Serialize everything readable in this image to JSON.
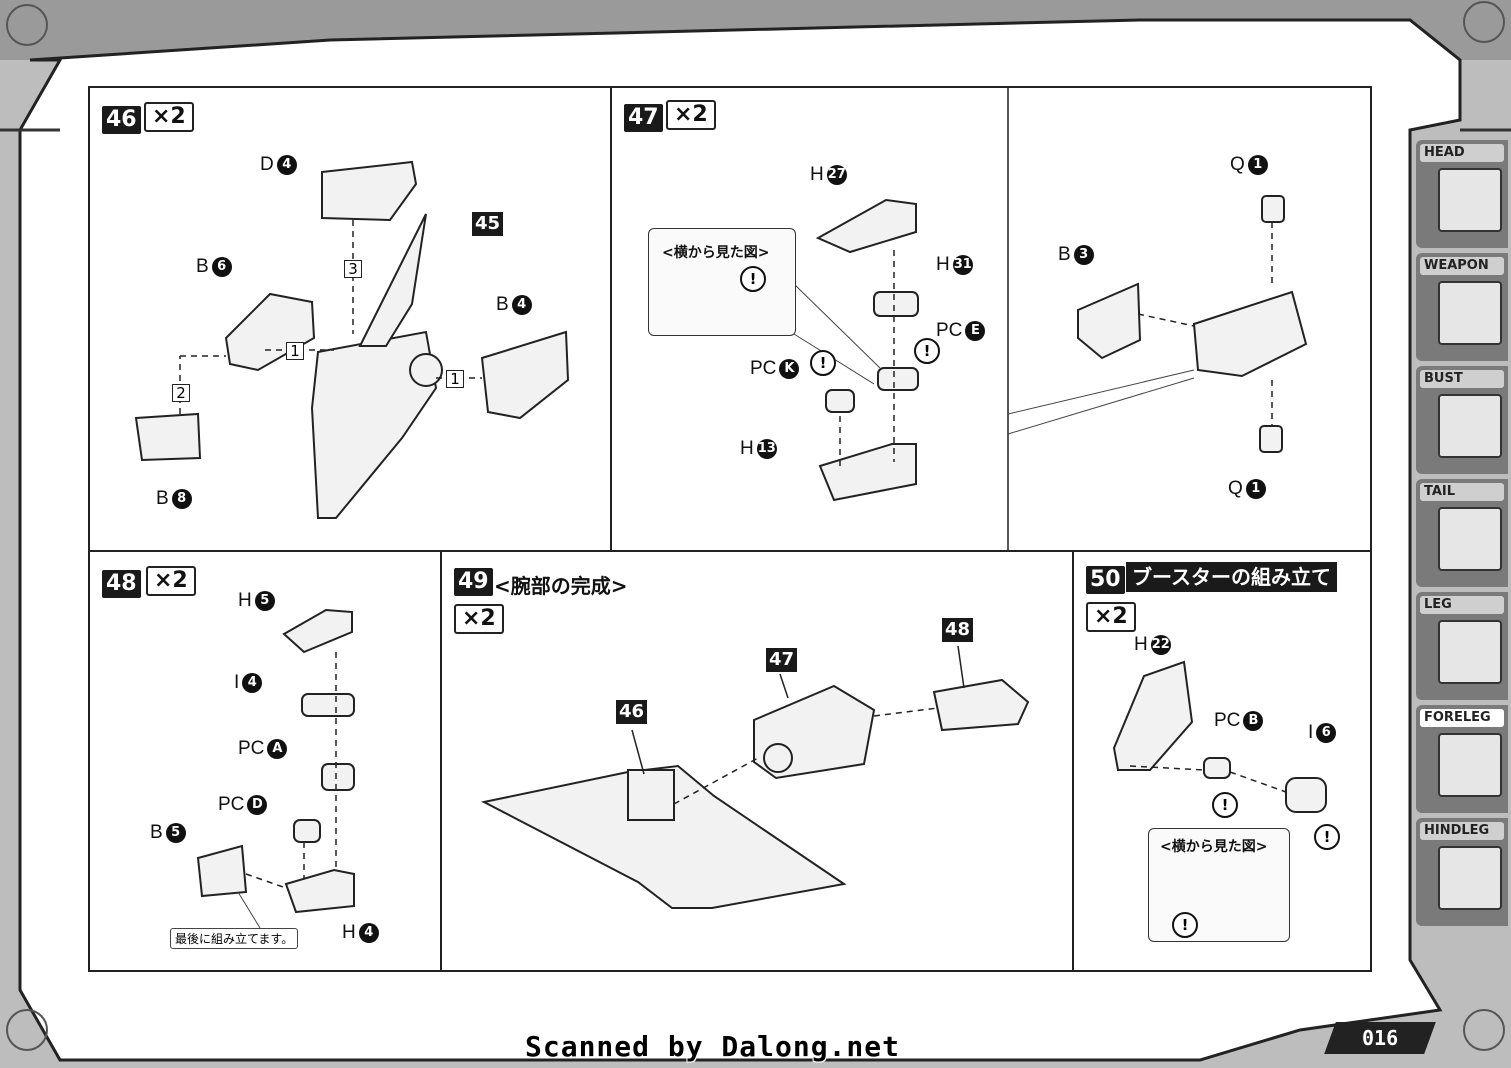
{
  "page_number": "016",
  "watermark": "Scanned by Dalong.net",
  "sidebar_tabs": [
    {
      "label": "HEAD",
      "icon": "head-icon"
    },
    {
      "label": "WEAPON",
      "icon": "weapon-icon"
    },
    {
      "label": "BUST",
      "icon": "bust-icon"
    },
    {
      "label": "TAIL",
      "icon": "tail-icon"
    },
    {
      "label": "LEG",
      "icon": "leg-icon"
    },
    {
      "label": "FORELEG",
      "icon": "foreleg-icon",
      "active": true
    },
    {
      "label": "HINDLEG",
      "icon": "hindleg-icon"
    }
  ],
  "steps": {
    "s46": {
      "number": "46",
      "multiplier": "×2",
      "callout": "45",
      "parts": {
        "d4": {
          "letter": "D",
          "num": "4"
        },
        "b6": {
          "letter": "B",
          "num": "6"
        },
        "b4": {
          "letter": "B",
          "num": "4"
        },
        "b8": {
          "letter": "B",
          "num": "8"
        }
      },
      "order": [
        "1",
        "1",
        "2",
        "3"
      ]
    },
    "s47": {
      "number": "47",
      "multiplier": "×2",
      "inset_title": "<横から見た図>",
      "parts": {
        "h27": {
          "letter": "H",
          "num": "27"
        },
        "h31": {
          "letter": "H",
          "num": "31"
        },
        "pce": {
          "letter": "PC",
          "num": "E"
        },
        "pck": {
          "letter": "PC",
          "num": "K"
        },
        "h13": {
          "letter": "H",
          "num": "13"
        },
        "q1a": {
          "letter": "Q",
          "num": "1"
        },
        "b3": {
          "letter": "B",
          "num": "3"
        },
        "q1b": {
          "letter": "Q",
          "num": "1"
        }
      }
    },
    "s48": {
      "number": "48",
      "multiplier": "×2",
      "note": "最後に組み立てます。",
      "parts": {
        "h5": {
          "letter": "H",
          "num": "5"
        },
        "i4": {
          "letter": "I",
          "num": "4"
        },
        "pca": {
          "letter": "PC",
          "num": "A"
        },
        "pcd": {
          "letter": "PC",
          "num": "D"
        },
        "b5": {
          "letter": "B",
          "num": "5"
        },
        "h4": {
          "letter": "H",
          "num": "4"
        }
      }
    },
    "s49": {
      "number": "49",
      "title": "<腕部の完成>",
      "multiplier": "×2",
      "callouts": [
        "46",
        "47",
        "48"
      ]
    },
    "s50": {
      "number": "50",
      "title": "ブースターの組み立て",
      "multiplier": "×2",
      "inset_title": "<横から見た図>",
      "parts": {
        "h22": {
          "letter": "H",
          "num": "22"
        },
        "pcb": {
          "letter": "PC",
          "num": "B"
        },
        "i6": {
          "letter": "I",
          "num": "6"
        }
      }
    }
  },
  "warning_symbol": "!"
}
